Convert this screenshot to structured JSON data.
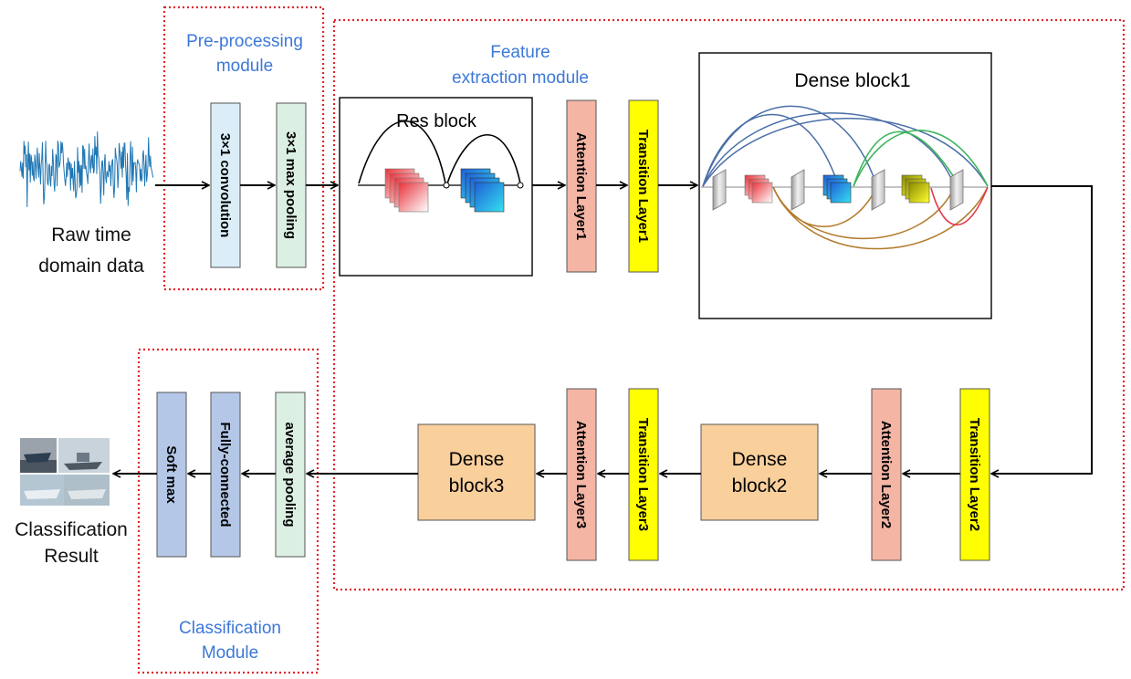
{
  "modules": {
    "preprocessing": [
      "Pre-processing",
      "module"
    ],
    "feature": [
      "Feature",
      "extraction module"
    ],
    "classification": [
      "Classification",
      "Module"
    ]
  },
  "input": {
    "caption": [
      "Raw time",
      "domain data"
    ]
  },
  "output": {
    "caption": [
      "Classification",
      "Result"
    ]
  },
  "layers": {
    "conv": "3×1 convolution",
    "maxpool": "3×1 max pooling",
    "attention1": "Attention Layer1",
    "transition1": "Transition Layer1",
    "attention2": "Attention Layer2",
    "transition2": "Transition Layer2",
    "attention3": "Attention Layer3",
    "transition3": "Transition Layer3",
    "avgpool": "average pooling",
    "fc": "Fully-connected",
    "softmax": "Soft max"
  },
  "blocks": {
    "res": "Res block",
    "dense1": "Dense block1",
    "dense2": [
      "Dense",
      "block2"
    ],
    "dense3": [
      "Dense",
      "block3"
    ]
  },
  "colors": {
    "module_border": "#e0262b",
    "module_title": "#3c78d8",
    "conv_fill": "#dbeef8",
    "maxpool_fill": "#dcefe3",
    "attention_fill": "#f4b5a4",
    "transition_fill": "#ffff00",
    "dense_fill": "#f9cf9c",
    "softmax_fill": "#b4c7e7"
  }
}
